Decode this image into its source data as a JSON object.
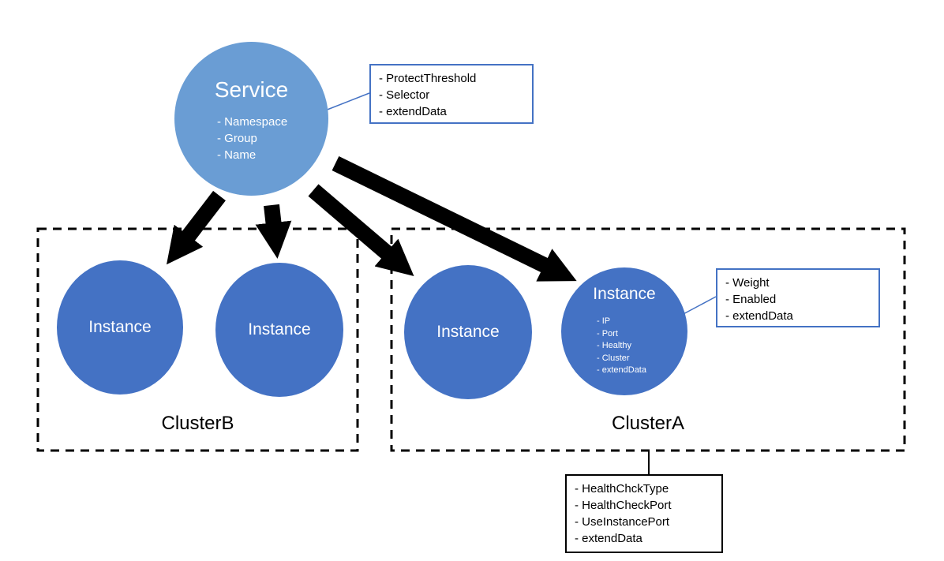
{
  "service": {
    "title": "Service",
    "fields": [
      "- Namespace",
      "- Group",
      "- Name"
    ]
  },
  "service_box": {
    "lines": [
      "- ProtectThreshold",
      "- Selector",
      "- extendData"
    ]
  },
  "cluster_b": {
    "label": "ClusterB",
    "instances": [
      "Instance",
      "Instance"
    ]
  },
  "cluster_a": {
    "label": "ClusterA",
    "instance_plain": "Instance",
    "instance_detailed": {
      "title": "Instance",
      "fields": [
        "- IP",
        "- Port",
        "- Healthy",
        "- Cluster",
        "- extendData"
      ]
    }
  },
  "instance_box": {
    "lines": [
      "- Weight",
      "- Enabled",
      "- extendData"
    ]
  },
  "cluster_box": {
    "lines": [
      "- HealthChckType",
      "- HealthCheckPort",
      "- UseInstancePort",
      "- extendData"
    ]
  },
  "colors": {
    "service_fill": "#6a9dd4",
    "instance_fill": "#4472c4",
    "callout_border_blue": "#4472c4",
    "arrow": "#000000"
  }
}
